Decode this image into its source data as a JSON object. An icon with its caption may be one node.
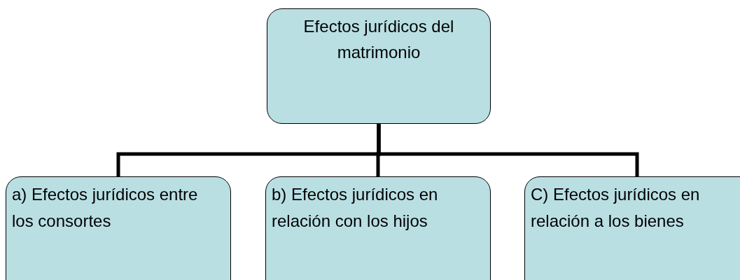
{
  "diagram": {
    "nodes": [
      {
        "text": [
          "Efectos jurídicos del matrimonio"
        ]
      },
      {
        "text": [
          "a) Efectos jurídicos entre los consortes"
        ]
      },
      {
        "text": [
          "b) Efectos jurídicos en relación con los hijos"
        ]
      },
      {
        "text": [
          "C) Efectos jurídicos en relación a los bienes"
        ]
      }
    ],
    "edges": [
      {
        "from": 0,
        "to": 1,
        "arrow": "none"
      },
      {
        "from": 0,
        "to": 2,
        "arrow": "none"
      },
      {
        "from": 0,
        "to": 3,
        "arrow": "none"
      }
    ]
  }
}
